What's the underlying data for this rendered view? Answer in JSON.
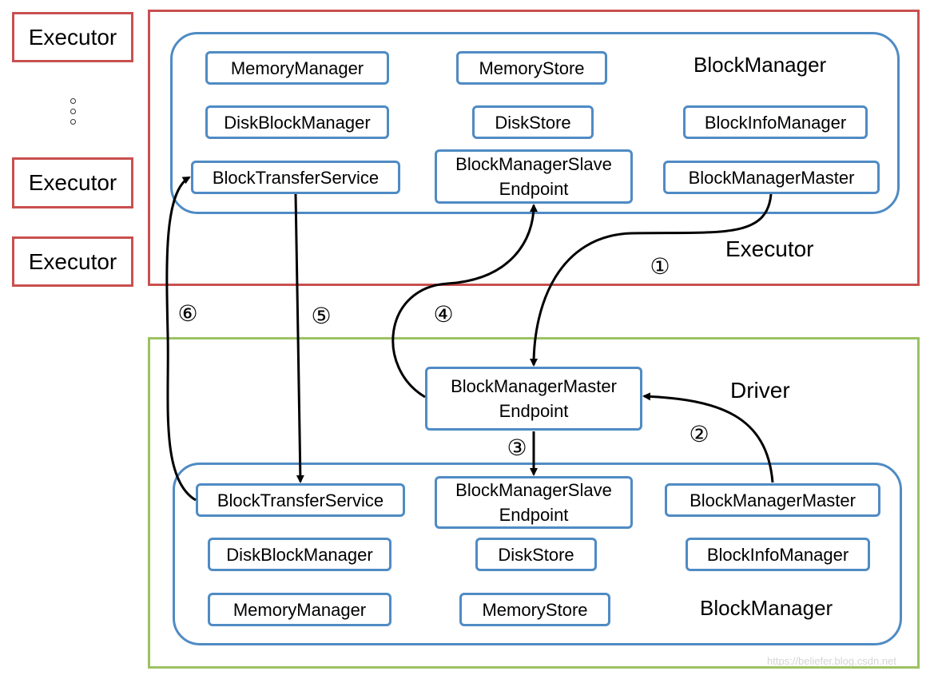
{
  "executors_left": [
    {
      "label": "Executor"
    },
    {
      "label": "Executor"
    },
    {
      "label": "Executor"
    }
  ],
  "executor": {
    "title": "Executor",
    "block_manager_label": "BlockManager",
    "components": {
      "memory_manager": "MemoryManager",
      "memory_store": "MemoryStore",
      "disk_block_manager": "DiskBlockManager",
      "disk_store": "DiskStore",
      "block_info_manager": "BlockInfoManager",
      "block_transfer_service": "BlockTransferService",
      "block_manager_slave_endpoint": "BlockManagerSlave\nEndpoint",
      "block_manager_master": "BlockManagerMaster"
    }
  },
  "driver": {
    "title": "Driver",
    "block_manager_label": "BlockManager",
    "master_endpoint": "BlockManagerMaster\nEndpoint",
    "components": {
      "block_transfer_service": "BlockTransferService",
      "block_manager_slave_endpoint": "BlockManagerSlave\nEndpoint",
      "block_manager_master": "BlockManagerMaster",
      "disk_block_manager": "DiskBlockManager",
      "disk_store": "DiskStore",
      "block_info_manager": "BlockInfoManager",
      "memory_manager": "MemoryManager",
      "memory_store": "MemoryStore"
    }
  },
  "steps": {
    "s1": "①",
    "s2": "②",
    "s3": "③",
    "s4": "④",
    "s5": "⑤",
    "s6": "⑥"
  },
  "watermark": "https://beliefer.blog.csdn.net",
  "colors": {
    "executor_border": "#c8504f",
    "driver_border": "#9bc262",
    "component_border": "#4f8bc4",
    "arrow": "#000000"
  }
}
